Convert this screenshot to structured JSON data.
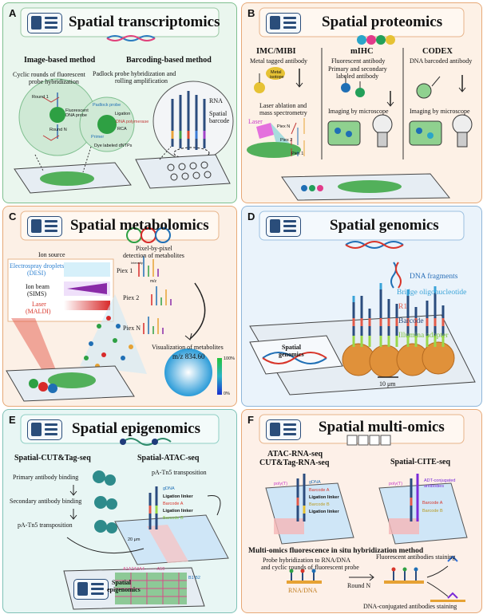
{
  "panelA": {
    "letter": "A",
    "title": "Spatial transcriptomics",
    "image_method": "Image-based method",
    "barcode_method": "Barcoding-based method",
    "cyclic_l1": "Cyclic rounds of fluorescent",
    "cyclic_l2": "probe hybridization",
    "padlock_l1": "Padlock probe hybridization and",
    "padlock_l2": "rolling amplification",
    "round1": "Round 1",
    "fluor_l1": "Fluorescent",
    "fluor_l2": "DNA probe",
    "roundN": "Round N",
    "padlock_probe": "Padlock probe",
    "ligation": "Ligation",
    "dna_pol": "DNA polymerase",
    "rca": "RCA",
    "primer": "Primer",
    "dye": "Dye labeled dNTPs",
    "rna": "RNA",
    "spatial_l1": "Spatial",
    "spatial_l2": "barcode"
  },
  "panelB": {
    "letter": "B",
    "title": "Spatial proteomics",
    "imc_title": "IMC/MIBI",
    "imc_sub": "Metal tagged antibody",
    "metal_l1": "Metal",
    "metal_l2": "isotope",
    "laser_l1": "Laser ablation and",
    "laser_l2": "mass spectrometry",
    "laser": "Laser",
    "pixN": "Piex N",
    "pix2": "Piex 2",
    "pix1": "Piex 1",
    "mihc_title": "mIHC",
    "mihc_l1": "Fluorescent antibody",
    "mihc_l2": "Primary and secondary",
    "mihc_l3": "labeled antibody",
    "imaging1": "Imaging by microscope",
    "codex_title": "CODEX",
    "codex_sub": "DNA barcoded antibody",
    "imaging2": "Imaging by microscope"
  },
  "panelC": {
    "letter": "C",
    "title": "Spatial metabolomics",
    "ion_source": "Ion source",
    "desi_l1": "Electrospray droplets",
    "desi_l2": "(DESI)",
    "sims_l1": "Ion beam",
    "sims_l2": "(SIMS)",
    "maldi_l1": "Laser",
    "maldi_l2": "(MALDI)",
    "pxp_l1": "Pixel-by-pixel",
    "pxp_l2": "detection of metabolites",
    "pix1": "Piex 1",
    "pix2": "Piex 2",
    "pixN": "Piex N",
    "intensity": "Intensity",
    "mz": "m/z",
    "vis": "Visualization of metabolites",
    "mz_value": "m/z 834.60",
    "pct100": "100%",
    "pct0": "0%"
  },
  "panelD": {
    "letter": "D",
    "title": "Spatial genomics",
    "dna_frag": "DNA fragments",
    "bridge": "Bridge oligonucleotide",
    "r1": "R1",
    "barcode": "Barcode",
    "illumina": "Illumina adapter",
    "scale": "10 μm",
    "slide_l1": "Spatial",
    "slide_l2": "genomics"
  },
  "panelE": {
    "letter": "E",
    "title": "Spatial epigenomics",
    "cut_title": "Spatial-CUT&Tag-seq",
    "atac_title": "Spatial-ATAC-seq",
    "primary": "Primary antibody binding",
    "secondary": "Secondary antibody binding",
    "patn5_1": "pA-Tn5 transposition",
    "patn5_2": "pA-Tn5 transposition",
    "gdna": "gDNA",
    "lig1": "Ligation linker",
    "barA": "Barcode A",
    "lig2": "Ligation linker",
    "barB": "Barcode B",
    "scale": "20 μm",
    "slide_l1": "Spatial",
    "slide_l2": "epigenomics",
    "grid_top": "A1A2A3A4 ······· A50",
    "grid_side": "B1 B2"
  },
  "panelF": {
    "letter": "F",
    "title": "Spatial multi-omics",
    "atac_rna_l1": "ATAC-RNA-seq",
    "atac_rna_l2": "CUT&Tag-RNA-seq",
    "cite": "Spatial-CITE-seq",
    "polyT1": "poly(T)",
    "gdna": "gDNA",
    "barA1": "Barcode A",
    "lig1": "Ligation linker",
    "barB1": "Barcode B",
    "lig2": "Ligation linker",
    "polyT2": "poly(T)",
    "adt_l1": "ADT-conjugated",
    "adt_l2": "antibodies",
    "barA2": "Barcode A",
    "barB2": "Barcode B",
    "fish_title": "Multi-omics fluorescence in situ hybridization method",
    "probe_l1": "Probe hybridization to RNA/DNA",
    "probe_l2": "and cyclic rounds of fluorescent probe",
    "rna_dna": "RNA/DNA",
    "roundN": "Round N",
    "fluor_ab": "Fluorescent antibodies staining",
    "dna_ab": "DNA-conjugated antibodies staining"
  }
}
